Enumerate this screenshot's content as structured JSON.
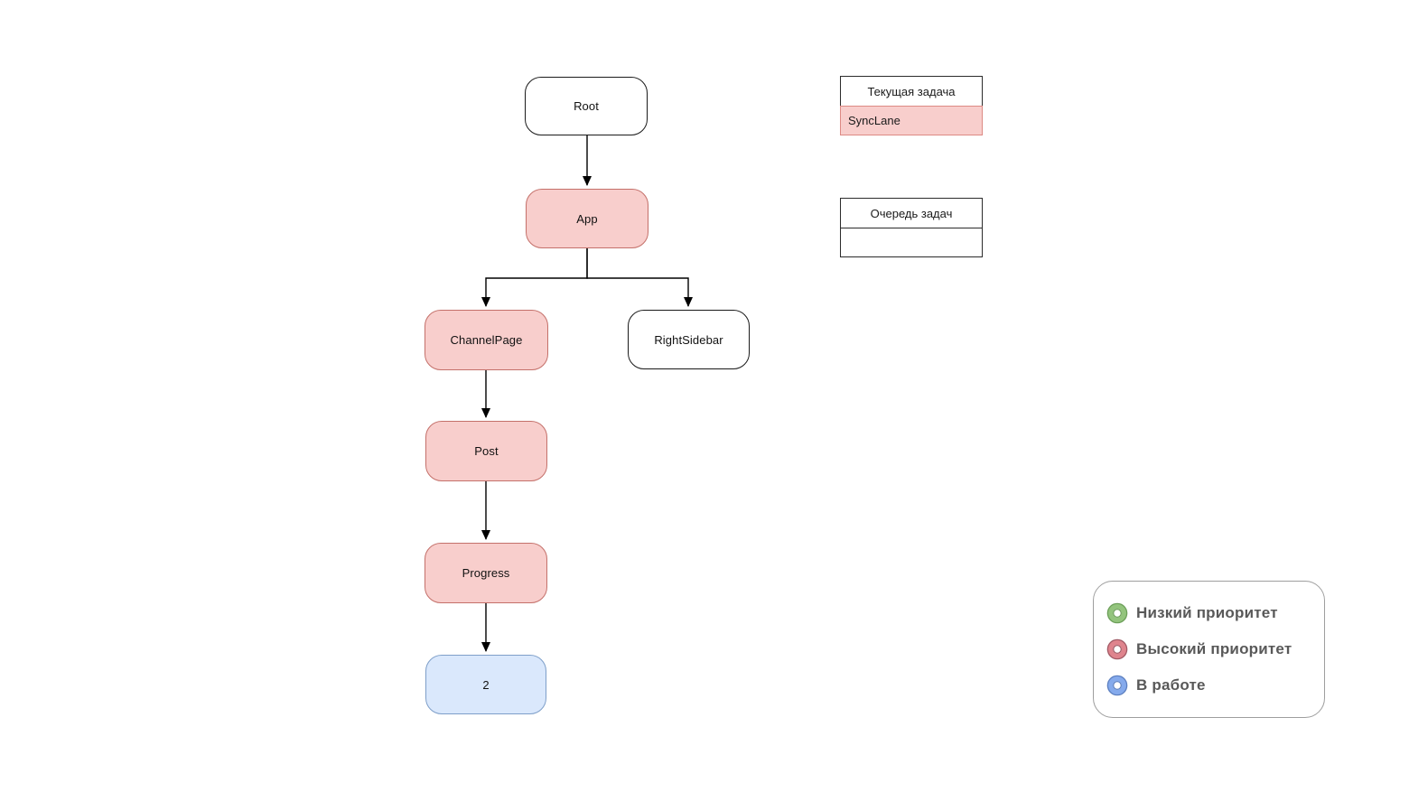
{
  "diagram": {
    "nodes": [
      {
        "id": "root",
        "label": "Root",
        "status": "default"
      },
      {
        "id": "app",
        "label": "App",
        "status": "high-priority"
      },
      {
        "id": "channelpage",
        "label": "ChannelPage",
        "status": "high-priority"
      },
      {
        "id": "rightsidebar",
        "label": "RightSidebar",
        "status": "default"
      },
      {
        "id": "post",
        "label": "Post",
        "status": "high-priority"
      },
      {
        "id": "progress",
        "label": "Progress",
        "status": "high-priority"
      },
      {
        "id": "two",
        "label": "2",
        "status": "in-progress"
      }
    ],
    "edges": [
      {
        "from": "root",
        "to": "app"
      },
      {
        "from": "app",
        "to": "channelpage"
      },
      {
        "from": "app",
        "to": "rightsidebar"
      },
      {
        "from": "channelpage",
        "to": "post"
      },
      {
        "from": "post",
        "to": "progress"
      },
      {
        "from": "progress",
        "to": "two"
      }
    ]
  },
  "panels": {
    "current_task": {
      "title": "Текущая задача",
      "value": "SyncLane"
    },
    "task_queue": {
      "title": "Очередь задач",
      "value": ""
    }
  },
  "legend": {
    "items": [
      {
        "label": "Низкий приоритет",
        "color": "#93c47d",
        "stroke": "#6b9e58"
      },
      {
        "label": "Высокий приоритет",
        "color": "#df848d",
        "stroke": "#a05964"
      },
      {
        "label": "В работе",
        "color": "#85aaec",
        "stroke": "#5c7fbf"
      }
    ]
  },
  "colors": {
    "high_fill": "#f8cecc",
    "high_stroke": "#c4706a",
    "inprogress_fill": "#dae8fc",
    "inprogress_stroke": "#7e9fc9",
    "default_fill": "#ffffff",
    "default_stroke": "#1a1a1a",
    "panel_row_stroke": "#dd8a84",
    "edge": "#000000",
    "legend_border": "#9e9e9e",
    "legend_text": "#595959"
  }
}
